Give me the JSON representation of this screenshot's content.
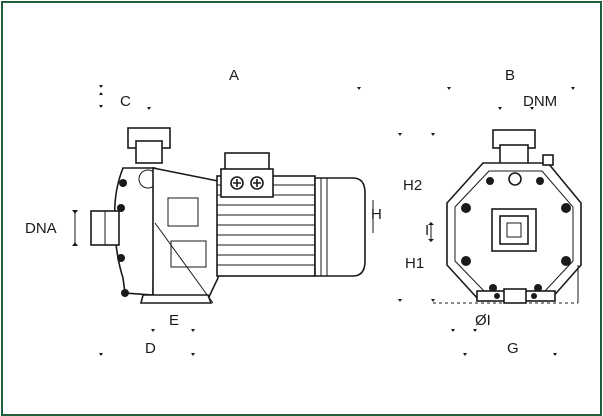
{
  "colors": {
    "frame": "#1e5e3a",
    "ink": "#1a1a1a",
    "background": "#ffffff"
  },
  "dimensions": {
    "A": "A",
    "B": "B",
    "C": "C",
    "D": "D",
    "E": "E",
    "G": "G",
    "H": "H",
    "H1": "H1",
    "H2": "H2",
    "I": "I",
    "DNA": "DNA",
    "DNM": "DNM",
    "OI": "ØI"
  },
  "icons": [
    "pump-side-view",
    "pump-front-view"
  ]
}
